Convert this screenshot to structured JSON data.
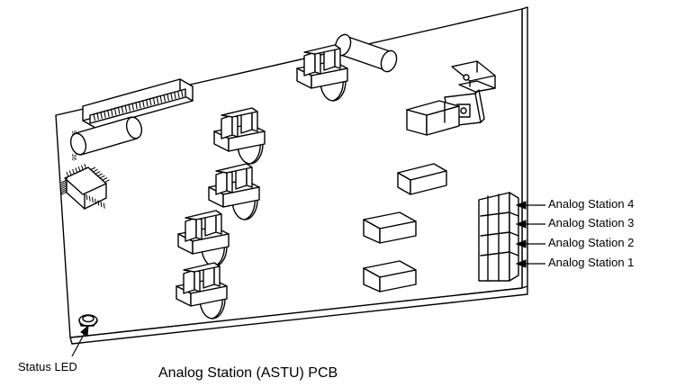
{
  "diagram": {
    "caption": "Analog Station (ASTU) PCB",
    "board_code": "92001 - 36",
    "callouts": [
      {
        "label": "Analog Station 4"
      },
      {
        "label": "Analog Station 3"
      },
      {
        "label": "Analog Station 2"
      },
      {
        "label": "Analog Station 1"
      }
    ],
    "status_led_label": "Status LED"
  }
}
